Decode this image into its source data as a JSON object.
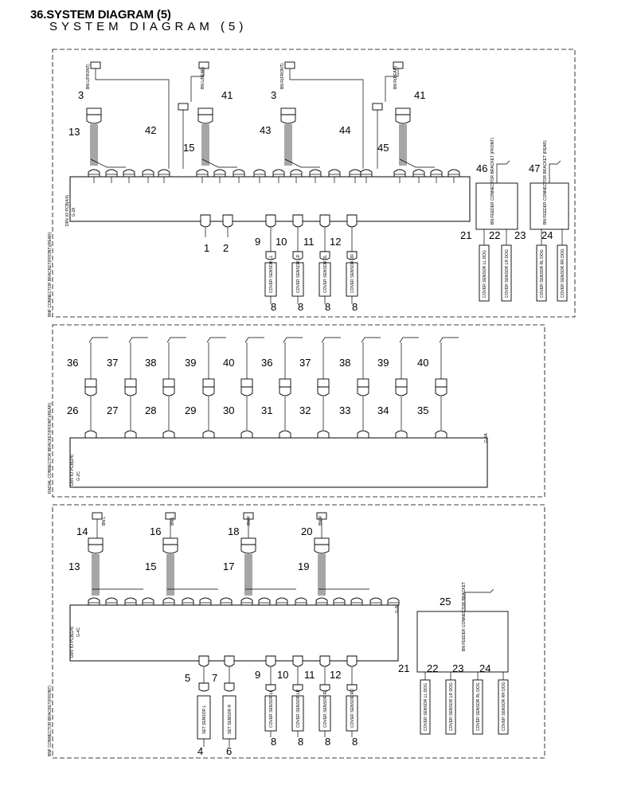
{
  "header": {
    "title": "36.SYSTEM DIAGRAM (5)",
    "subtitle": "SYSTEM DIAGRAM (5)"
  },
  "panels": {
    "top": {
      "side_label": "BNF CONNECTOR BRACKET(FRONT)(REAR)",
      "pcb_label": "DRV IO PCB(4/4)",
      "rail_tag": "G-28",
      "sensor_labels": [
        "COVER SENSOR LL",
        "COVER SENSOR LR",
        "COVER SENSOR RL",
        "COVER SENSOR RR"
      ],
      "feeder_labels": [
        "BN FEEDER CONNECTOR BRACKET (FRONT)",
        "BN FEEDER CONNECTOR BRACKET (REAR)"
      ],
      "feeder_sensors": [
        "COVER SENSOR LL DOG",
        "COVER SENSOR LR DOG",
        "COVER SENSOR RL DOG",
        "COVER SENSOR RR DOG"
      ],
      "top_wires": [
        "BN L(FRONT)",
        "BN L(REAR)",
        "BN R(FRONT)",
        "BN R(REAR)"
      ],
      "numbers": {
        "left_group": [
          "3",
          "13",
          "42",
          "41",
          "15",
          "3",
          "43",
          "44",
          "41",
          "45"
        ],
        "lower": [
          "1",
          "2",
          "9",
          "10",
          "11",
          "12"
        ],
        "bottom": [
          "8",
          "8",
          "8",
          "8"
        ],
        "feeder": [
          "46",
          "47",
          "21",
          "22",
          "23",
          "24"
        ]
      }
    },
    "middle": {
      "side_label": "RADIAL CONNECTOR BRACKET(FRONT)(REAR)",
      "pcb_label": "DRV IO PCB(2/4)",
      "rail_tag": "G-2C",
      "rail_tag_right": "G-4A",
      "top_nums": [
        "36",
        "37",
        "38",
        "39",
        "40",
        "36",
        "37",
        "38",
        "39",
        "40"
      ],
      "bottom_nums": [
        "26",
        "27",
        "28",
        "29",
        "30",
        "31",
        "32",
        "33",
        "34",
        "35"
      ]
    },
    "bottom": {
      "side_label": "BNF CONNECTOR BRACKET(FRONT)",
      "pcb_label": "DRV IO PCB(1/4)",
      "rail_tag": "G-4C",
      "rail_tag_right": "G-30",
      "top_nums": [
        "14",
        "16",
        "18",
        "20"
      ],
      "mid_nums": [
        "13",
        "15",
        "17",
        "19"
      ],
      "wire_labels": [
        "BN L",
        "BN R"
      ],
      "set_sensors": [
        "SET SENSOR L",
        "SET SENSOR R"
      ],
      "sensor_labels": [
        "COVER SENSOR LL",
        "COVER SENSOR LR",
        "COVER SENSOR RL",
        "COVER SENSOR RR"
      ],
      "feeder_label": "BN FEEDER CONNECTOR BRACKET",
      "feeder_sensors": [
        "COVER SENSOR LL DOG",
        "COVER SENSOR LR DOG",
        "COVER SENSOR RL DOG",
        "COVER SENSOR RR DOG"
      ],
      "numbers": {
        "set": [
          "5",
          "7",
          "4",
          "6"
        ],
        "cover": [
          "9",
          "10",
          "11",
          "12"
        ],
        "bottom": [
          "8",
          "8",
          "8",
          "8"
        ],
        "feeder": [
          "25",
          "21",
          "22",
          "23",
          "24"
        ]
      }
    }
  }
}
